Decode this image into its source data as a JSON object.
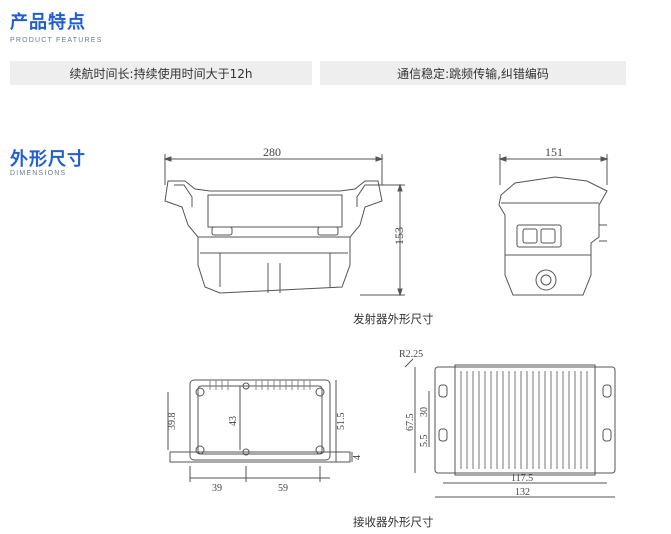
{
  "features_section": {
    "title": "产品特点",
    "subtitle": "PRODUCT FEATURES",
    "items": [
      "续航时间长:持续使用时间大于12h",
      "通信稳定:跳频传输,纠错编码"
    ]
  },
  "dimensions_section": {
    "title": "外形尺寸",
    "subtitle": "DIMENSIONS",
    "transmitter": {
      "caption": "发射器外形尺寸",
      "front_width": "280",
      "front_height": "153",
      "side_width": "151"
    },
    "receiver": {
      "caption": "接收器外形尺寸",
      "top_dims": [
        "39.8",
        "43",
        "51.5",
        "4",
        "39",
        "59"
      ],
      "side_dims": [
        "R2.25",
        "67.5",
        "30",
        "5.5",
        "117.5",
        "132"
      ]
    }
  }
}
